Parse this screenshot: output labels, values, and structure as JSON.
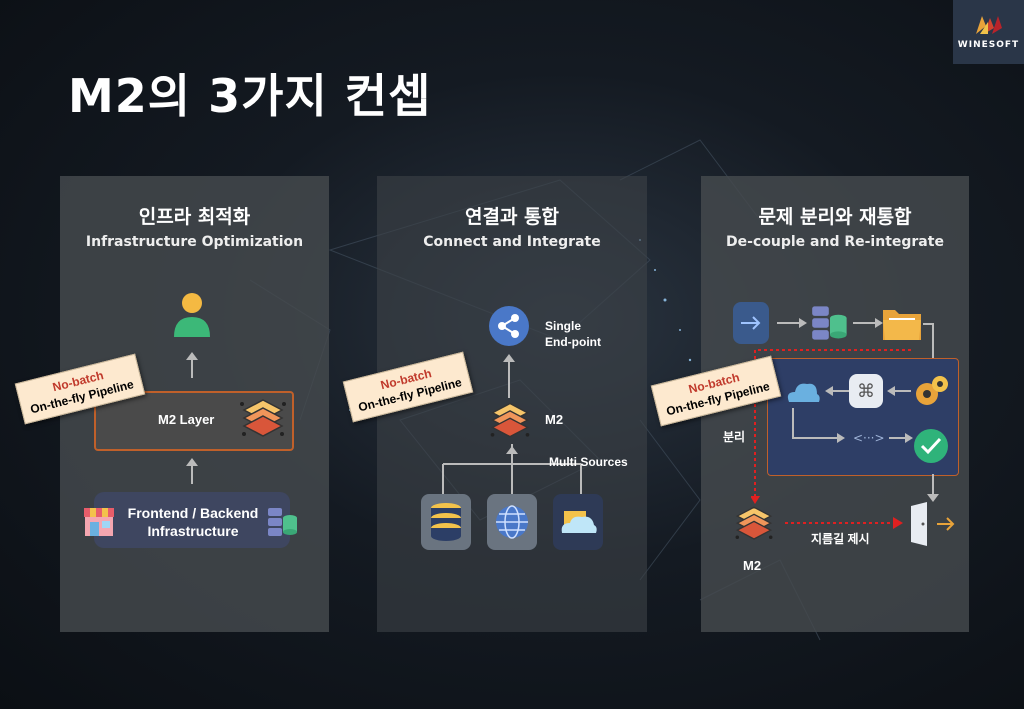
{
  "title": "M2의 3가지 컨셉",
  "logo": {
    "text": "WINESOFT"
  },
  "panels": [
    {
      "title_ko": "인프라 최적화",
      "title_en": "Infrastructure Optimization",
      "tag_line1": "No-batch",
      "tag_line2": "On-the-fly Pipeline",
      "m2_layer_label": "M2 Layer",
      "infra_label_line1": "Frontend / Backend",
      "infra_label_line2": "Infrastructure"
    },
    {
      "title_ko": "연결과 통합",
      "title_en": "Connect and Integrate",
      "tag_line1": "No-batch",
      "tag_line2": "On-the-fly Pipeline",
      "single_line1": "Single",
      "single_line2": "End-point",
      "m2_label": "M2",
      "multi_label": "Multi Sources"
    },
    {
      "title_ko": "문제 분리와 재통합",
      "title_en": "De-couple and Re-integrate",
      "tag_line1": "No-batch",
      "tag_line2": "On-the-fly Pipeline",
      "separate_label": "분리",
      "m2_label": "M2",
      "shortcut_label": "지름길 제시"
    }
  ],
  "colors": {
    "panel": "#464a4e",
    "tag_bg": "#fde9cf",
    "tag_red": "#c0392b",
    "orange_border": "#c0602a",
    "red_arrow": "#e02020"
  }
}
